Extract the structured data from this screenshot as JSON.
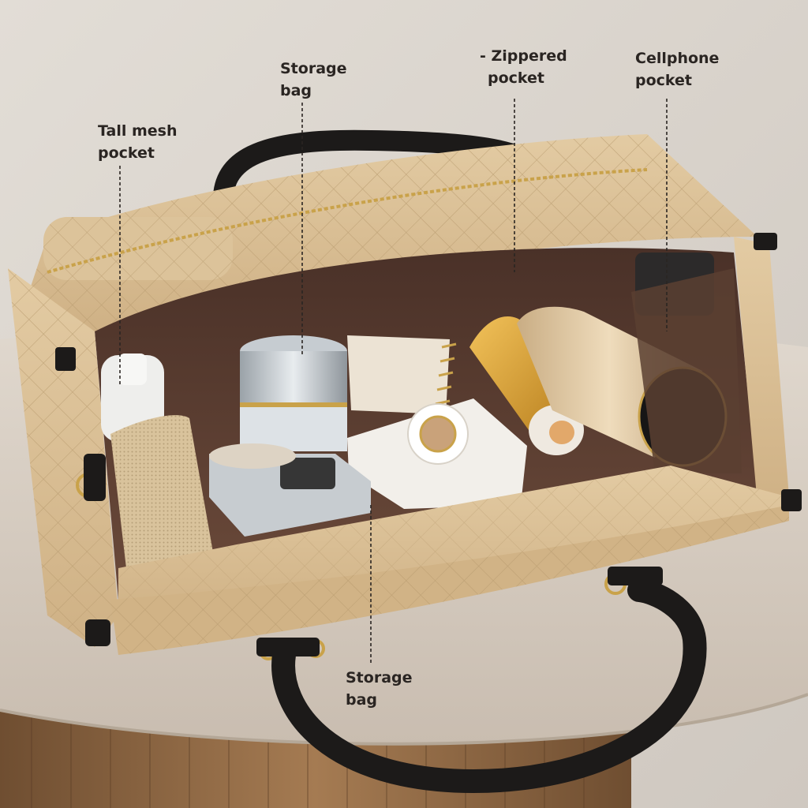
{
  "callouts": [
    {
      "id": "tall-mesh-pocket",
      "lines": [
        "Tall mesh",
        "pocket"
      ]
    },
    {
      "id": "storage-bag-top",
      "lines": [
        "Storage",
        "bag"
      ]
    },
    {
      "id": "zippered-pocket",
      "lines": [
        "- Zippered",
        "pocket"
      ]
    },
    {
      "id": "cellphone-pocket",
      "lines": [
        "Cellphone",
        "pocket"
      ]
    },
    {
      "id": "storage-bag-bottom",
      "lines": [
        "Storage",
        "bag"
      ]
    }
  ],
  "colors": {
    "wall": "#dcd6cf",
    "table_top": "#d9cfc4",
    "table_base": "#8a6440",
    "bag_leather": "#d9bf95",
    "bag_lining": "#5a3d30",
    "handle": "#1c1a19",
    "hardware": "#c9a24a",
    "label_text": "#2a2522"
  }
}
